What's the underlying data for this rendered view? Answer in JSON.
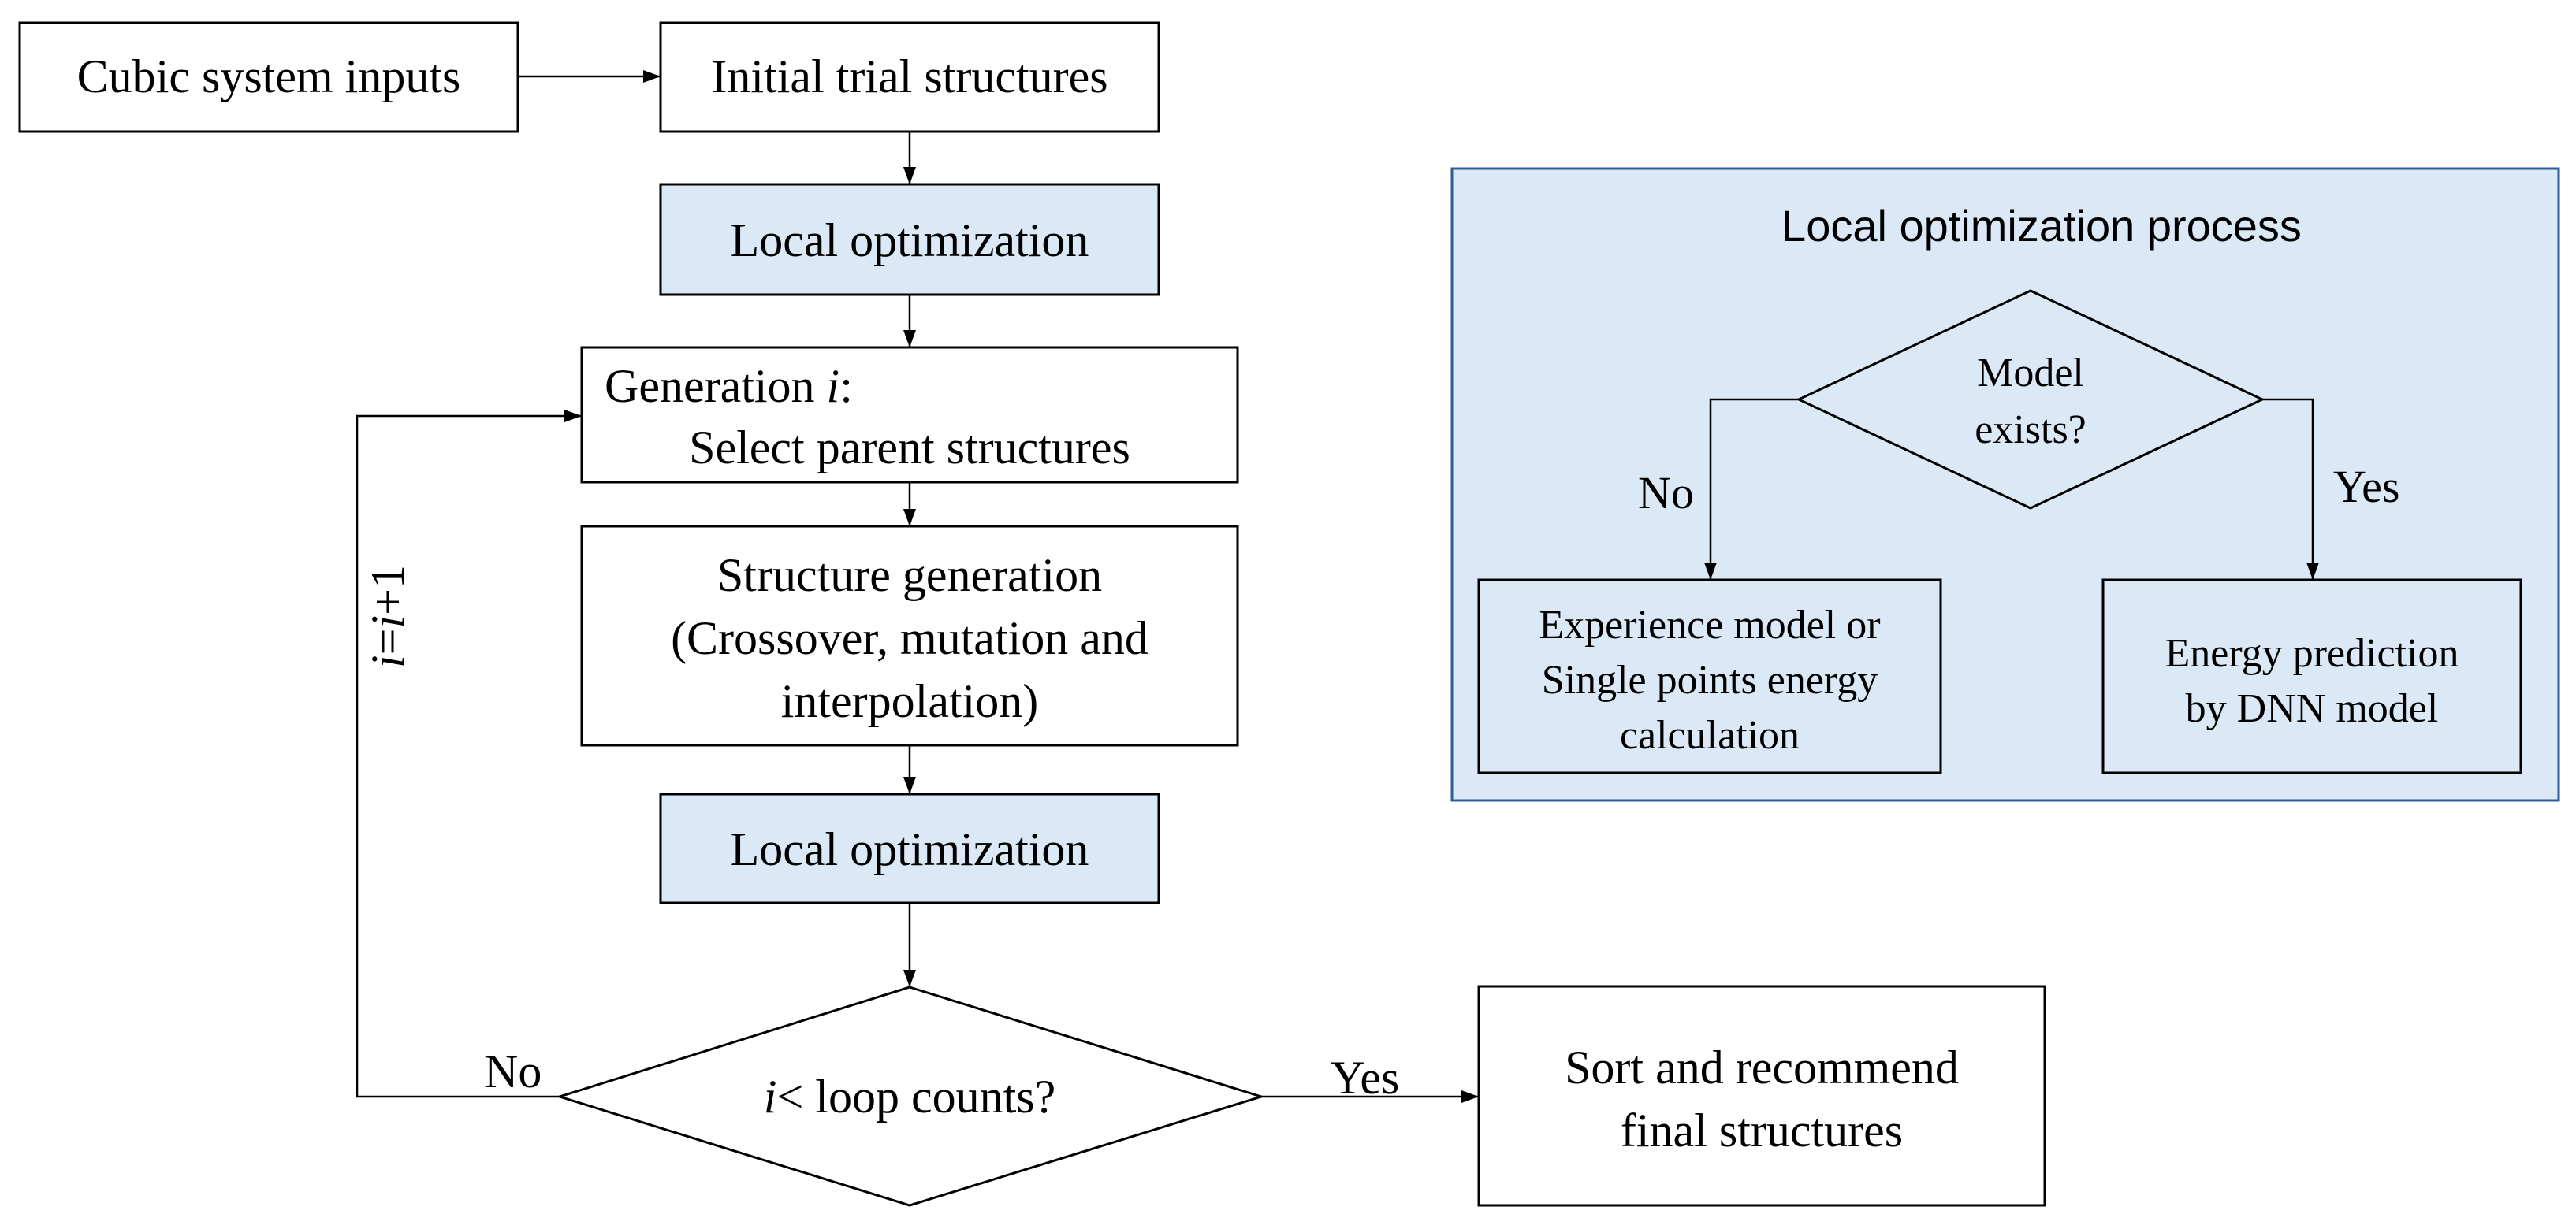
{
  "colors": {
    "highlight_fill": "#dbe9f6",
    "panel_fill": "#dbe9f6",
    "panel_border": "#2e5f95",
    "line": "#000000"
  },
  "main_flow": {
    "inputs": "Cubic system inputs",
    "initial": "Initial trial structures",
    "local_opt_1": "Local optimization",
    "generation_line1_prefix": "Generation ",
    "generation_line1_var": "i",
    "generation_line1_suffix": ":",
    "generation_line2": "Select parent structures",
    "structgen_line1": "Structure generation",
    "structgen_line2": "(Crossover, mutation and",
    "structgen_line3": "interpolation)",
    "local_opt_2": "Local optimization",
    "decision_var": "i",
    "decision_text": "< loop counts?",
    "sort_line1": "Sort and recommend",
    "sort_line2": "final structures",
    "label_no": "No",
    "label_yes": "Yes",
    "loop_label_a": "i",
    "loop_label_b": "=",
    "loop_label_c": "i",
    "loop_label_d": "+1"
  },
  "panel": {
    "title": "Local optimization process",
    "decision_line1": "Model",
    "decision_line2": "exists?",
    "label_no": "No",
    "label_yes": "Yes",
    "left_line1": "Experience model or",
    "left_line2": "Single points energy",
    "left_line3": "calculation",
    "right_line1": "Energy prediction",
    "right_line2": "by DNN model"
  }
}
